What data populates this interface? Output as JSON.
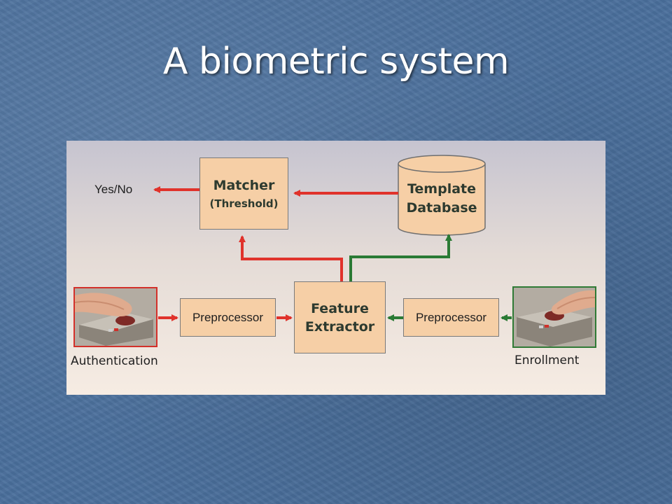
{
  "slide": {
    "title": "A biometric system"
  },
  "diagram": {
    "matcher": {
      "label": "Matcher",
      "sublabel": "(Threshold)"
    },
    "template_database": {
      "line1": "Template",
      "line2": "Database"
    },
    "feature_extractor": {
      "line1": "Feature",
      "line2": "Extractor"
    },
    "preprocessor_left": {
      "label": "Preprocessor"
    },
    "preprocessor_right": {
      "label": "Preprocessor"
    },
    "output": {
      "label": "Yes/No"
    },
    "authentication": {
      "label": "Authentication"
    },
    "enrollment": {
      "label": "Enrollment"
    },
    "colors": {
      "authentication_path": "#e0322b",
      "enrollment_path": "#2a7a34",
      "box_fill": "#f6cfa6",
      "label_text": "#2d3a2f"
    }
  }
}
